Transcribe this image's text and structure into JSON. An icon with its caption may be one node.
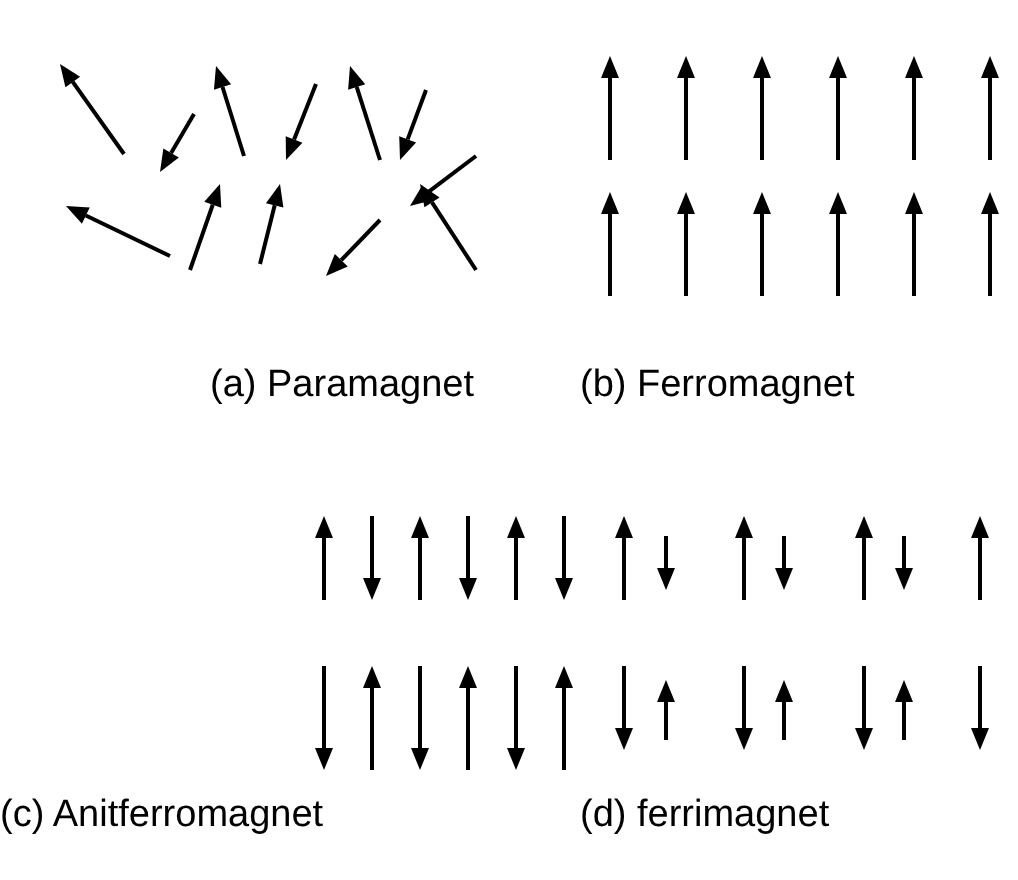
{
  "diagram": {
    "labels": [
      "(a) Paramagnet",
      "(b) Ferromagnet",
      "(c) Anitferromagnet",
      "(d) ferrimagnet"
    ]
  }
}
